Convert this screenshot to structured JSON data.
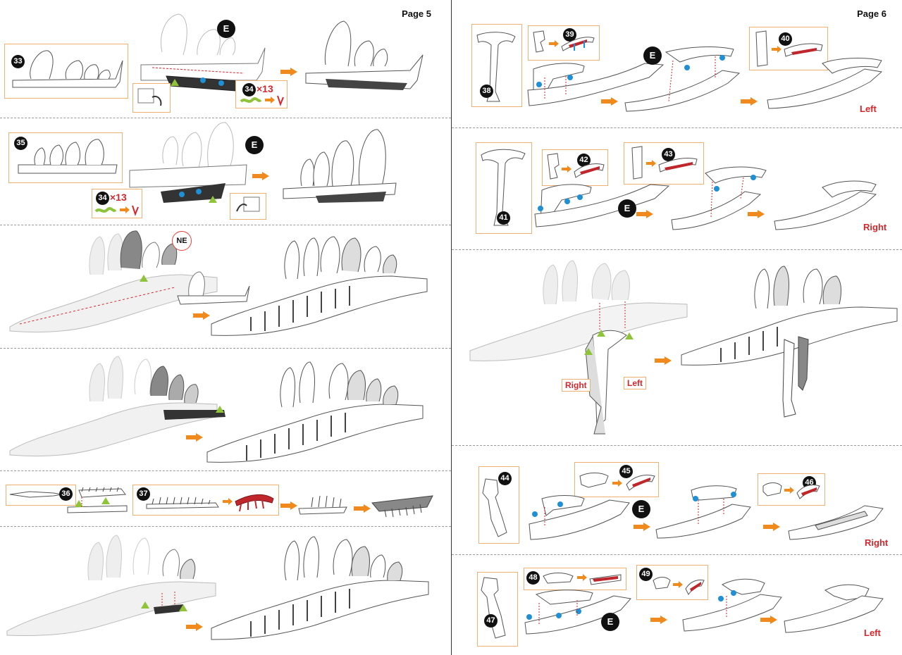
{
  "pages": [
    {
      "title": "Page 5"
    },
    {
      "title": "Page 6"
    }
  ],
  "badges": {
    "e": "E",
    "ne": "NE"
  },
  "page5": {
    "steps": [
      "33",
      "34",
      "35",
      "34",
      "36",
      "37"
    ],
    "quantity": "×13"
  },
  "page6": {
    "steps": [
      "38",
      "39",
      "40",
      "41",
      "42",
      "43",
      "44",
      "45",
      "46",
      "47",
      "48",
      "49"
    ],
    "side_labels": {
      "left": "Left",
      "right": "Right"
    }
  },
  "colors": {
    "accent": "#f08a1c",
    "label_red": "#d7262b",
    "box_border": "#f0b072",
    "blue_dot": "#1f8fd6",
    "green_marker": "#8fc43a"
  }
}
